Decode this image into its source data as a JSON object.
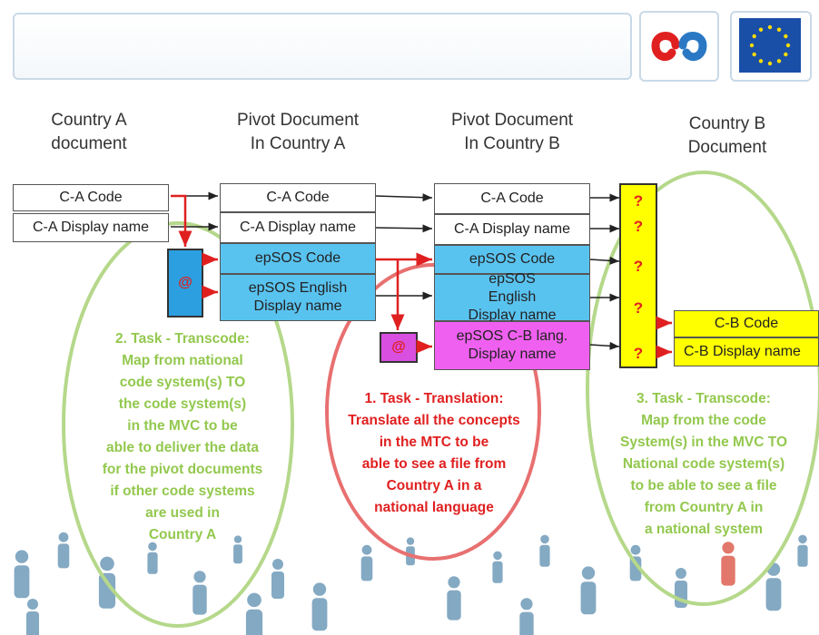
{
  "columns": {
    "a_doc": [
      "Country A",
      "document"
    ],
    "pivot_a": [
      "Pivot Document",
      "In Country A"
    ],
    "pivot_b": [
      "Pivot Document",
      "In Country B"
    ],
    "b_doc": [
      "Country B",
      "Document"
    ]
  },
  "country_a": [
    "C-A Code",
    "C-A Display name"
  ],
  "pivot_a": [
    "C-A Code",
    "C-A Display name",
    "epSOS Code",
    "epSOS English Display name"
  ],
  "pivot_b": [
    "C-A Code",
    "C-A Display name",
    "epSOS Code",
    "epSOS English Display name",
    "epSOS C-B lang. Display name"
  ],
  "country_b": [
    "C-B Code",
    "C-B Display name"
  ],
  "at_symbol": "@",
  "question_mark": "?",
  "tasks": {
    "task2": [
      "2. Task - Transcode:",
      "Map from national",
      "code system(s)  TO",
      "the code system(s)",
      "in the MVC to be",
      "able to deliver the data",
      "for the pivot documents",
      "if other code systems",
      "are used in",
      "Country A"
    ],
    "task1": [
      "1. Task - Translation:",
      "Translate all the concepts",
      "in the MTC to be",
      "able to see a file from",
      "Country A in a",
      "national language"
    ],
    "task3": [
      "3. Task - Transcode:",
      "Map from the code",
      "System(s) in the MVC TO",
      "National code system(s)",
      "to be able to see a file",
      "from Country A in",
      "a national system"
    ]
  },
  "colors": {
    "blue_cell": "#59c3f0",
    "pink_cell": "#f060f0",
    "yellow_cell": "#ffff00",
    "red_arrow": "#e02020",
    "green_ellipse": "#b5d88a",
    "red_ellipse": "#e87070"
  },
  "icons": [
    "logo-icon",
    "eu-flag-icon",
    "person-icon"
  ]
}
